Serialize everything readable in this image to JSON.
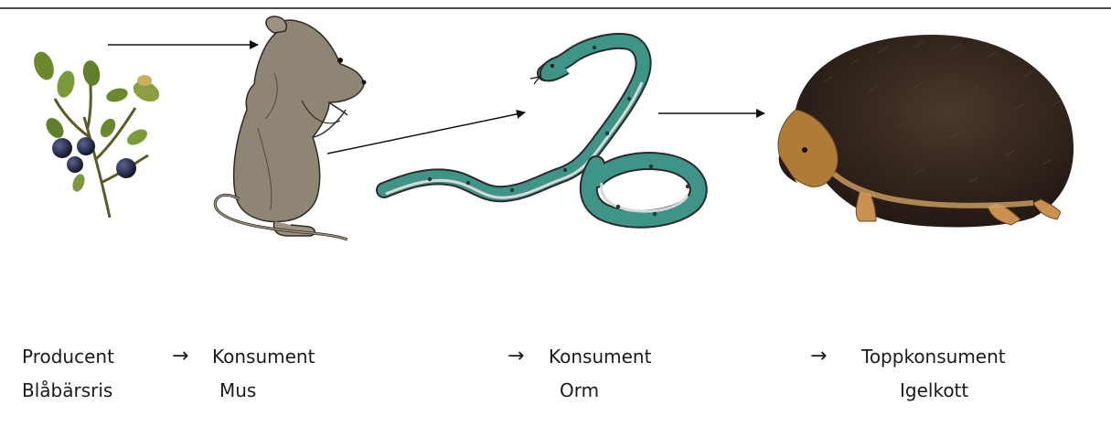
{
  "diagram": {
    "stages": [
      {
        "role": "Producent",
        "name": "Blåbärsris",
        "icon": "blueberry-plant-icon"
      },
      {
        "role": "Konsument",
        "name": "Mus",
        "icon": "mouse-icon"
      },
      {
        "role": "Konsument",
        "name": "Orm",
        "icon": "snake-icon"
      },
      {
        "role": "Toppkonsument",
        "name": "Igelkott",
        "icon": "hedgehog-icon"
      }
    ],
    "arrow_symbol": "→"
  },
  "colors": {
    "snake_body": "#3f9488",
    "snake_belly": "#d8d8d8",
    "mouse_fur": "#8f8574",
    "hedgehog_spines": "#3a2a20",
    "hedgehog_face": "#b07a38",
    "berry": "#1f2540",
    "leaf": "#6b8a2e"
  }
}
